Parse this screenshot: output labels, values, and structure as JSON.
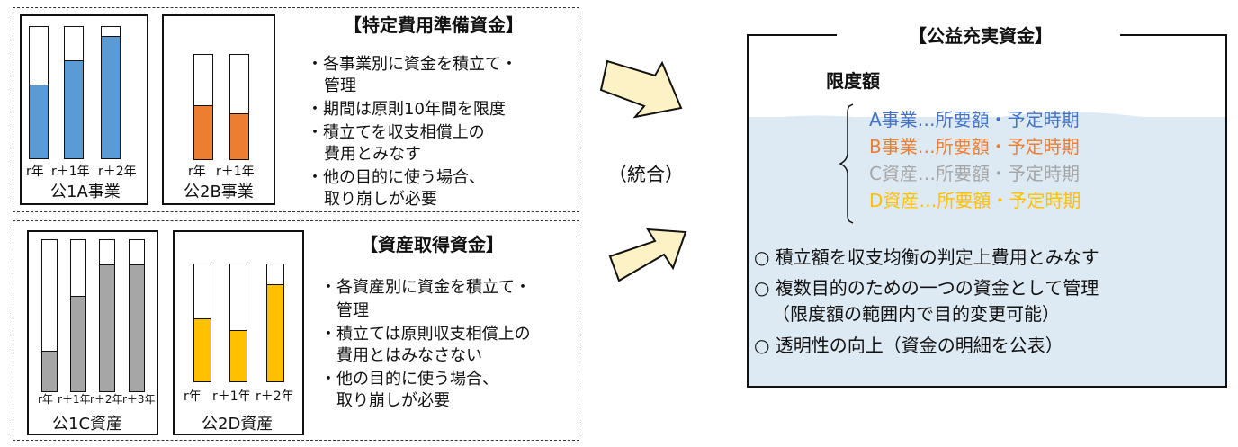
{
  "colors": {
    "blue": "#5b9bd5",
    "orange": "#ed7d31",
    "gray": "#a6a6a6",
    "yellow": "#ffc000",
    "water": "#dde9f3",
    "arrow_fill": "#fdf2c5"
  },
  "top_section": {
    "heading": "【特定費用準備資金】",
    "notes": [
      "・各事業別に資金を積立て・",
      "管理",
      "・期間は原則10年間を限度",
      "・積立てを収支相償上の",
      "費用とみなす",
      "・他の目的に使う場合、",
      "取り崩しが必要"
    ],
    "group_a": {
      "caption": "公1A事業",
      "labels": [
        "r年",
        "r＋1年",
        "r＋2年"
      ],
      "levels": [
        0.56,
        0.75,
        0.93
      ]
    },
    "group_b": {
      "caption": "公2B事業",
      "labels": [
        "r年",
        "r＋1年"
      ],
      "levels": [
        0.52,
        0.44
      ]
    }
  },
  "bottom_section": {
    "heading": "【資産取得資金】",
    "notes": [
      "・各資産別に資金を積立て・",
      "管理",
      "・積立ては原則収支相償上の",
      "費用とはみなさない",
      "・他の目的に使う場合、",
      "取り崩しが必要"
    ],
    "group_c": {
      "caption": "公1C資産",
      "labels": [
        "r年",
        "r＋1年",
        "r＋2年",
        "r＋3年"
      ],
      "levels": [
        0.27,
        0.63,
        0.84,
        0.84
      ]
    },
    "group_d": {
      "caption": "公2D資産",
      "labels": [
        "r年",
        "r＋1年",
        "r＋2年"
      ],
      "levels": [
        0.54,
        0.44,
        0.83
      ]
    }
  },
  "merge_label": "（統合）",
  "fund": {
    "title": "【公益充実資金】",
    "limit_label": "限度額",
    "items": [
      {
        "text": "A事業…所要額・予定時期",
        "color": "#4472c4"
      },
      {
        "text": "B事業…所要額・予定時期",
        "color": "#ed7d31"
      },
      {
        "text": "C資産…所要額・予定時期",
        "color": "#a6a6a6"
      },
      {
        "text": "D資産…所要額・予定時期",
        "color": "#ffc000"
      }
    ],
    "points": [
      "○ 積立額を収支均衡の判定上費用とみなす",
      "○ 複数目的のための一つの資金として管理",
      "（限度額の範囲内で目的変更可能）",
      "○ 透明性の向上（資金の明細を公表）"
    ]
  }
}
